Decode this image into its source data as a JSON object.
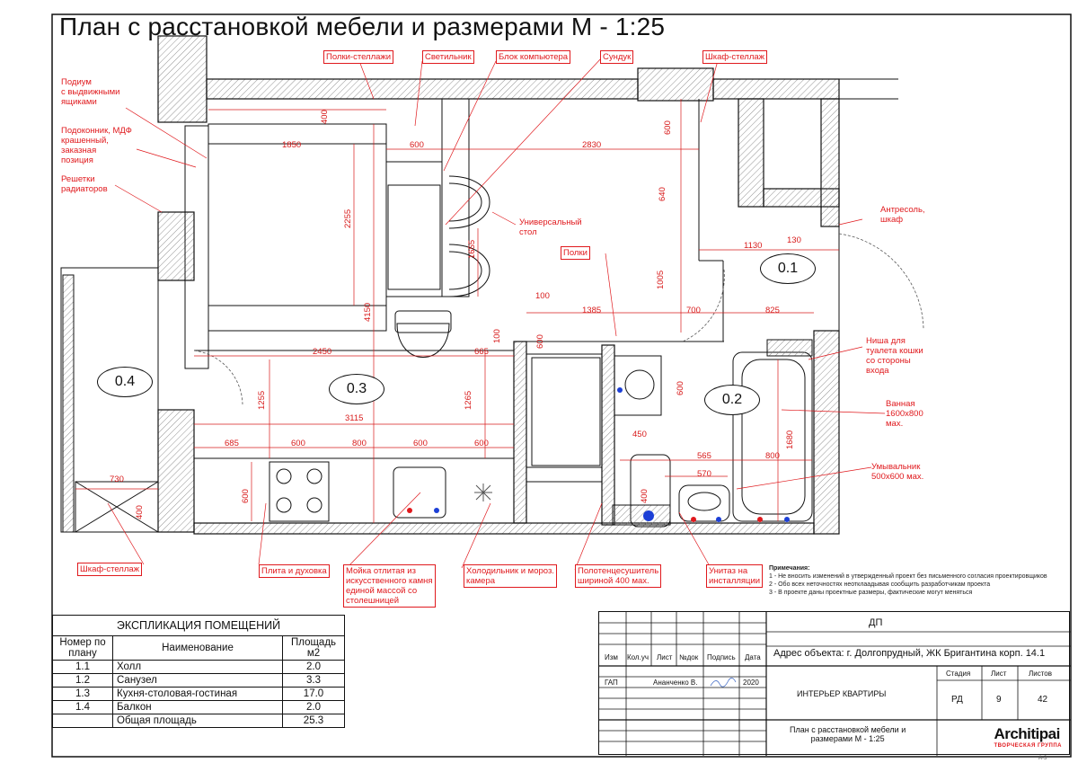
{
  "title": "План с расстановкой мебели и размерами М - 1:25",
  "callouts": {
    "polki_stellazhi": "Полки-стеллажи",
    "svetilnik": "Светильник",
    "blok_kompyutera": "Блок компьютера",
    "sunduk": "Сундук",
    "shkaf_stellazh_top": "Шкаф-стеллаж",
    "podium": "Подиум\nс выдвижными\nящиками",
    "podokonnik": "Подоконник, МДФ\nкрашенный,\nзаказная\nпозиция",
    "reshetki": "Решетки\nрадиаторов",
    "universal_stol": "Универсальный\nстол",
    "polki": "Полки",
    "antresol": "Антресоль,\nшкаф",
    "nisha": "Ниша для\nтуалета кошки\nсо стороны\nвхода",
    "vannaya": "Ванная\n1600х800\nмах.",
    "umyvalnik": "Умывальник\n500х600 мах.",
    "shkaf_stellazh_bottom": "Шкаф-стеллаж",
    "plita": "Плита и духовка",
    "moyka": "Мойка отлитая из\nискусственного камня\nединой массой со\nстолешницей",
    "holodilnik": "Холодильник и мороз.\nкамера",
    "polotentsesushitel": "Полотенцесушитель\nшириной 400 мах.",
    "unitaz": "Унитаз на\nинсталляции"
  },
  "rooms": {
    "r01": "0.1",
    "r02": "0.2",
    "r03": "0.3",
    "r04": "0.4"
  },
  "dims": {
    "d1850": "1850",
    "d600a": "600",
    "d2830": "2830",
    "d400": "400",
    "d600b": "600",
    "d640": "640",
    "d2255": "2255",
    "d1655": "1655",
    "d1130": "1130",
    "d130": "130",
    "d1005": "1005",
    "d100a": "100",
    "d1385": "1385",
    "d700": "700",
    "d825": "825",
    "d4150": "4150",
    "d100b": "100",
    "d2450": "2450",
    "d665": "665",
    "d600c": "600",
    "d1255a": "1255",
    "d1265": "1265",
    "d3115": "3115",
    "d450": "450",
    "d1680": "1680",
    "d685": "685",
    "d600d": "600",
    "d600e": "600",
    "d600f": "600",
    "d600g": "600",
    "d565": "565",
    "d800a": "800",
    "d800b": "800",
    "d570": "570",
    "d400b": "400",
    "d600h": "600",
    "d730": "730",
    "d400c": "400"
  },
  "notes": {
    "heading": "Примечания:",
    "n1": "1 - Не вносить изменений в утвержденный проект без письменного согласия проектировщиков",
    "n2": "2 - Обо всех неточностях неотклаадывая сообщить разработчикам проекта",
    "n3": "3 - В проекте даны проектные размеры, фактические могут меняться"
  },
  "explication": {
    "caption": "ЭКСПЛИКАЦИЯ ПОМЕЩЕНИЙ",
    "headers": [
      "Номер по плану",
      "Наименование",
      "Площадь м2"
    ],
    "rows": [
      [
        "1.1",
        "Холл",
        "2.0"
      ],
      [
        "1.2",
        "Санузел",
        "3.3"
      ],
      [
        "1.3",
        "Кухня-столовая-гостиная",
        "17.0"
      ],
      [
        "1.4",
        "Балкон",
        "2.0"
      ],
      [
        "",
        "Общая площадь",
        "25.3"
      ]
    ]
  },
  "stamp": {
    "code": "ДП",
    "address": "Адрес объекта: г. Долгопрудный, ЖК Бригантина  корп. 14.1",
    "col_izm": "Изм",
    "col_kol": "Кол.уч",
    "col_list": "Лист",
    "col_doc": "№док",
    "col_sign": "Подпись",
    "col_date": "Дата",
    "gap": "ГАП",
    "author": "Ананченко В.",
    "year": "2020",
    "project": "ИНТЕРЬЕР КВАРТИРЫ",
    "stage_h": "Стадия",
    "sheet_h": "Лист",
    "sheets_h": "Листов",
    "stage": "РД",
    "sheet": "9",
    "sheets": "42",
    "sheet_title": "План с расстановкой мебели и\nразмерами М - 1:25",
    "logo": "Architipai",
    "logo_sub": "ТВОРЧЕСКАЯ ГРУППА",
    "format": "А-3"
  },
  "colors": {
    "annotation": "#e0191d",
    "line": "#111111",
    "hatch": "#777777"
  }
}
